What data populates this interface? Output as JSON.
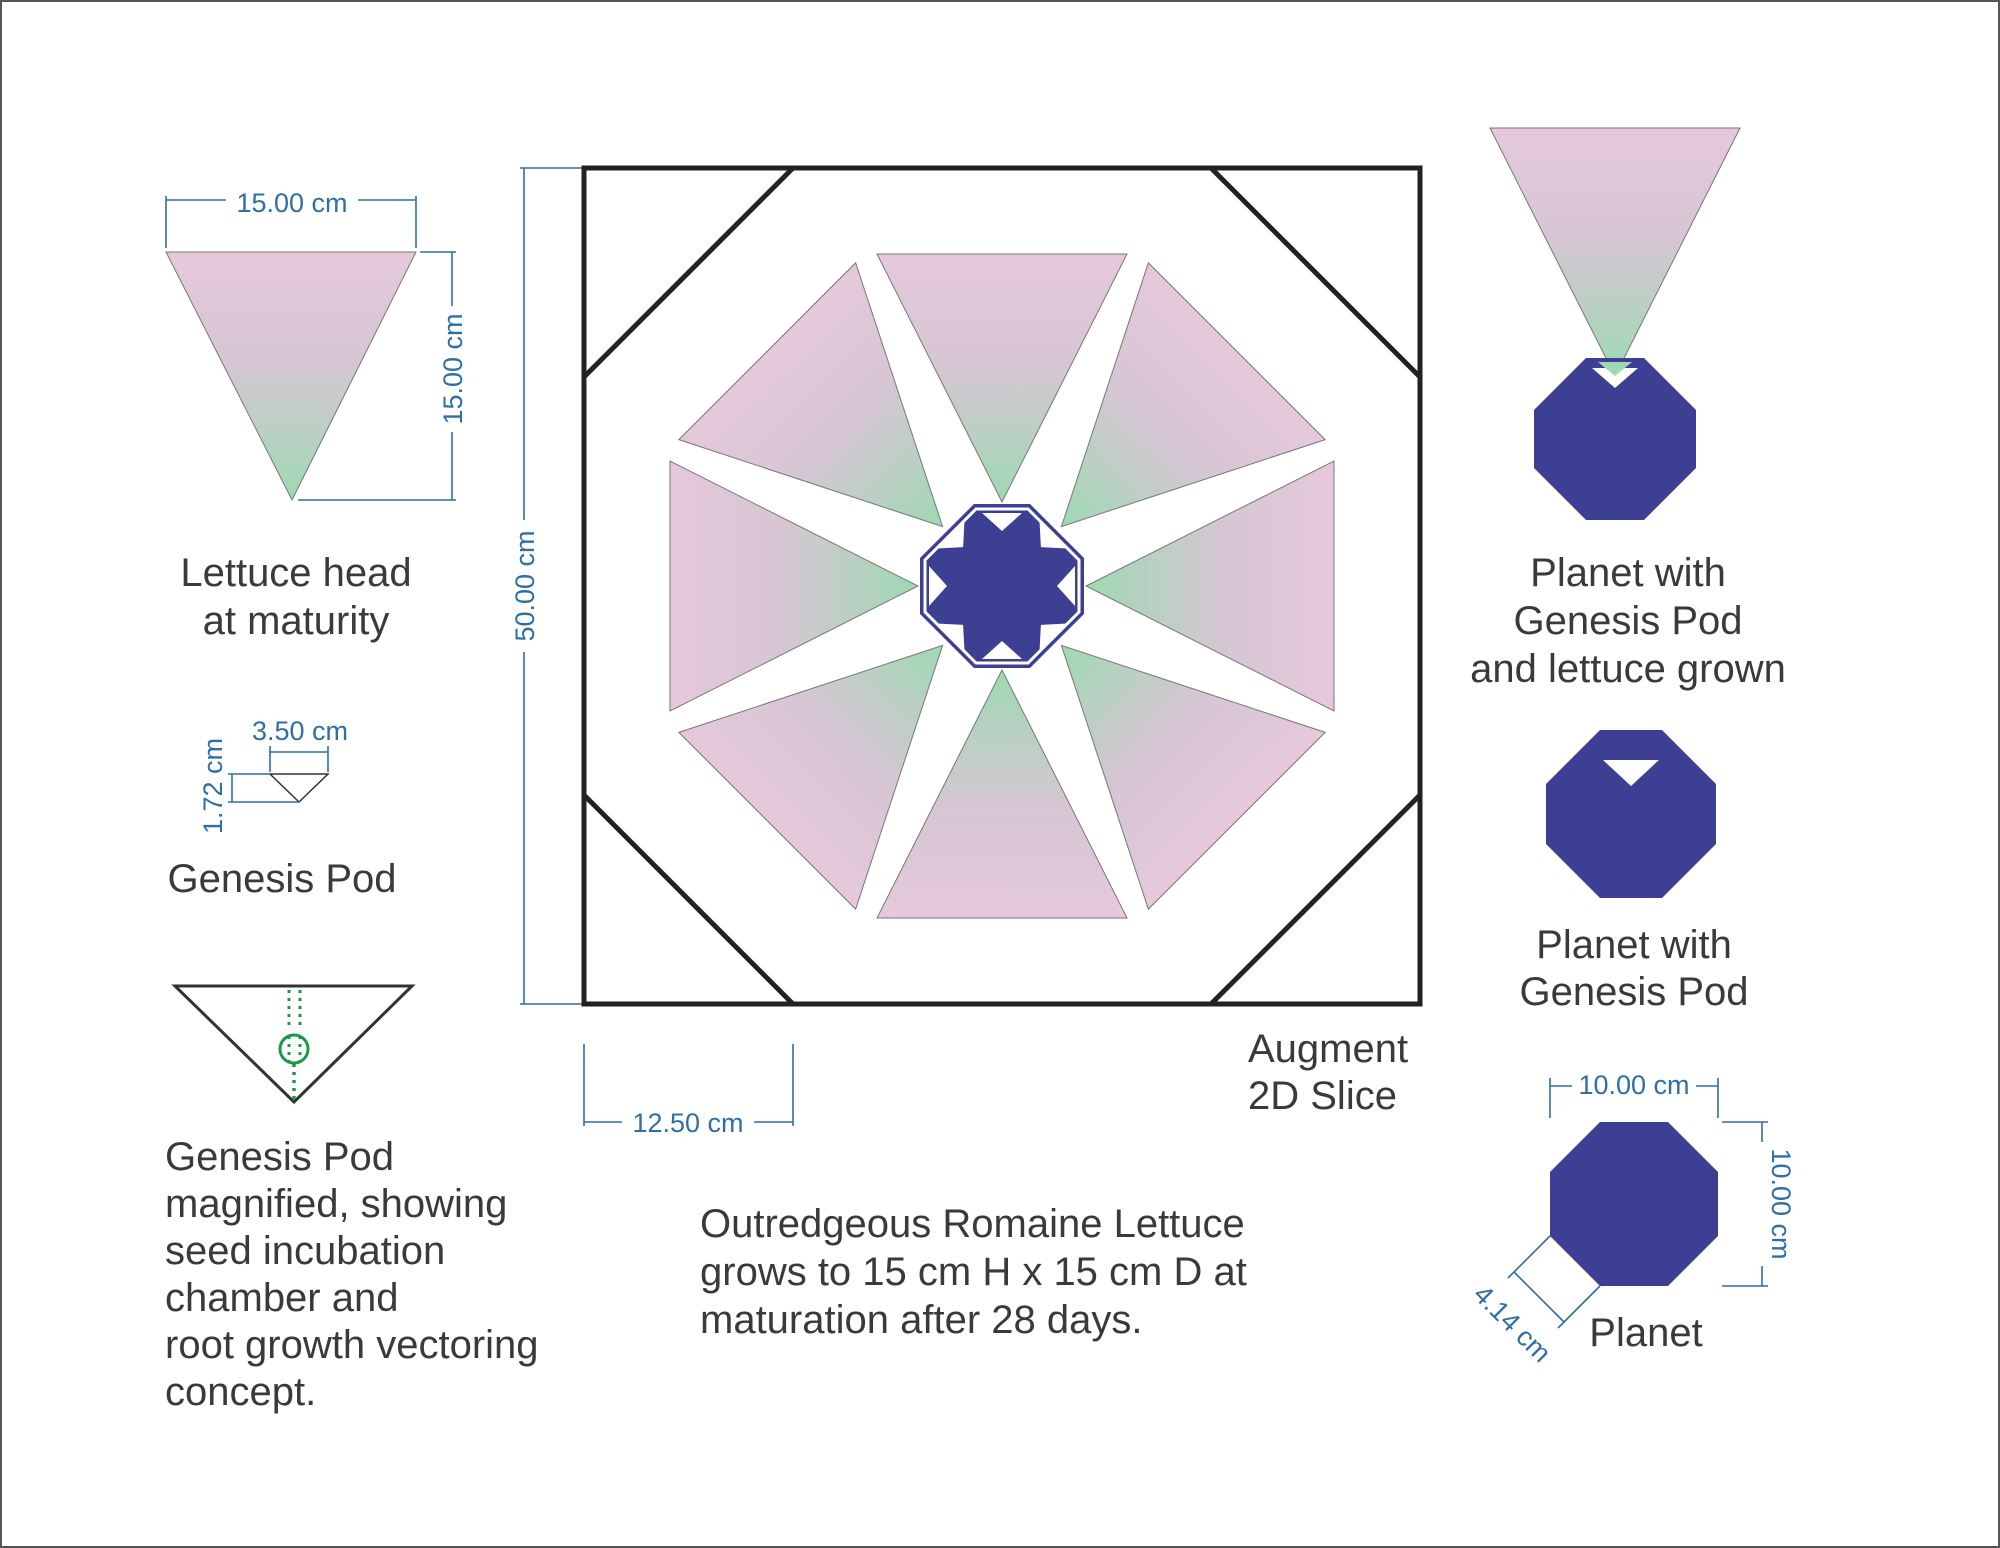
{
  "lettuce": {
    "caption": [
      "Lettuce head",
      "at maturity"
    ],
    "width_label": "15.00 cm",
    "height_label": "15.00 cm"
  },
  "genesis_pod": {
    "caption": "Genesis Pod",
    "width_label": "3.50 cm",
    "height_label": "1.72 cm"
  },
  "pod_magnified": {
    "caption": [
      "Genesis Pod",
      "magnified, showing",
      "seed incubation",
      "chamber and",
      "root growth vectoring",
      "concept."
    ]
  },
  "augment": {
    "caption": [
      "Augment",
      "2D Slice"
    ],
    "height_label": "50.00 cm",
    "corner_label": "12.50 cm"
  },
  "description": [
    "Outredgeous Romaine Lettuce",
    "grows to 15 cm H x 15 cm D at",
    "maturation after 28 days."
  ],
  "planet_with_lettuce": {
    "caption": [
      "Planet with",
      "Genesis Pod",
      "and lettuce grown"
    ]
  },
  "planet_with_pod": {
    "caption": [
      "Planet with",
      "Genesis Pod"
    ]
  },
  "planet": {
    "caption": "Planet",
    "width_label": "10.00 cm",
    "height_label": "10.00 cm",
    "side_label": "4.14 cm"
  },
  "colors": {
    "leaf_top": "#e6c8dc",
    "leaf_bottom": "#9ed9b2",
    "planet": "#3d3f93",
    "dimension": "#2f6fa7",
    "root_dots": "#1a9a45"
  }
}
